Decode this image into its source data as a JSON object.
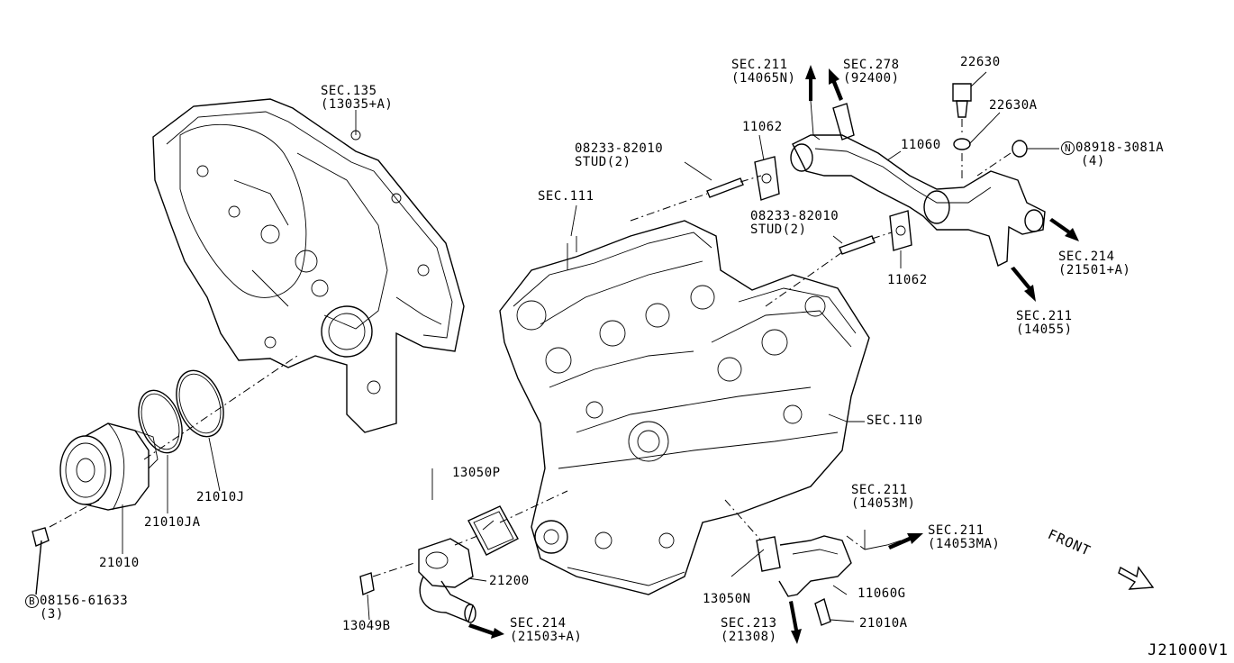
{
  "diagram_code": "J21000V1",
  "front_label": "FRONT",
  "labels": {
    "sec135": {
      "line1": "SEC.135",
      "line2": "(13035+A)"
    },
    "sec211_top": {
      "line1": "SEC.211",
      "line2": "(14065N)"
    },
    "sec278": {
      "line1": "SEC.278",
      "line2": "(92400)"
    },
    "p22630": {
      "line1": "22630"
    },
    "p22630a": {
      "line1": "22630A"
    },
    "p11062_top": {
      "line1": "11062"
    },
    "p11060": {
      "line1": "11060"
    },
    "nut": {
      "badge": "N",
      "line1": "08918-3081A",
      "line2": "(4)"
    },
    "stud_top": {
      "line1": "08233-82010",
      "line2": "STUD(2)"
    },
    "sec111": {
      "line1": "SEC.111"
    },
    "stud_mid": {
      "line1": "08233-82010",
      "line2": "STUD(2)"
    },
    "p11062_mid": {
      "line1": "11062"
    },
    "sec214_right": {
      "line1": "SEC.214",
      "line2": "(21501+A)"
    },
    "sec211_right": {
      "line1": "SEC.211",
      "line2": "(14055)"
    },
    "sec110": {
      "line1": "SEC.110"
    },
    "p21010j": {
      "line1": "21010J"
    },
    "p21010ja": {
      "line1": "21010JA"
    },
    "p21010": {
      "line1": "21010"
    },
    "bolt": {
      "badge": "B",
      "line1": "08156-61633",
      "line2": "(3)"
    },
    "p13050p": {
      "line1": "13050P"
    },
    "p21200": {
      "line1": "21200"
    },
    "p13049b": {
      "line1": "13049B"
    },
    "sec214_bottom": {
      "line1": "SEC.214",
      "line2": "(21503+A)"
    },
    "sec211_14053m": {
      "line1": "SEC.211",
      "line2": "(14053M)"
    },
    "sec211_14053ma": {
      "line1": "SEC.211",
      "line2": "(14053MA)"
    },
    "p13050n": {
      "line1": "13050N"
    },
    "p11060g": {
      "line1": "11060G"
    },
    "sec213": {
      "line1": "SEC.213",
      "line2": "(21308)"
    },
    "p21010a": {
      "line1": "21010A"
    }
  }
}
